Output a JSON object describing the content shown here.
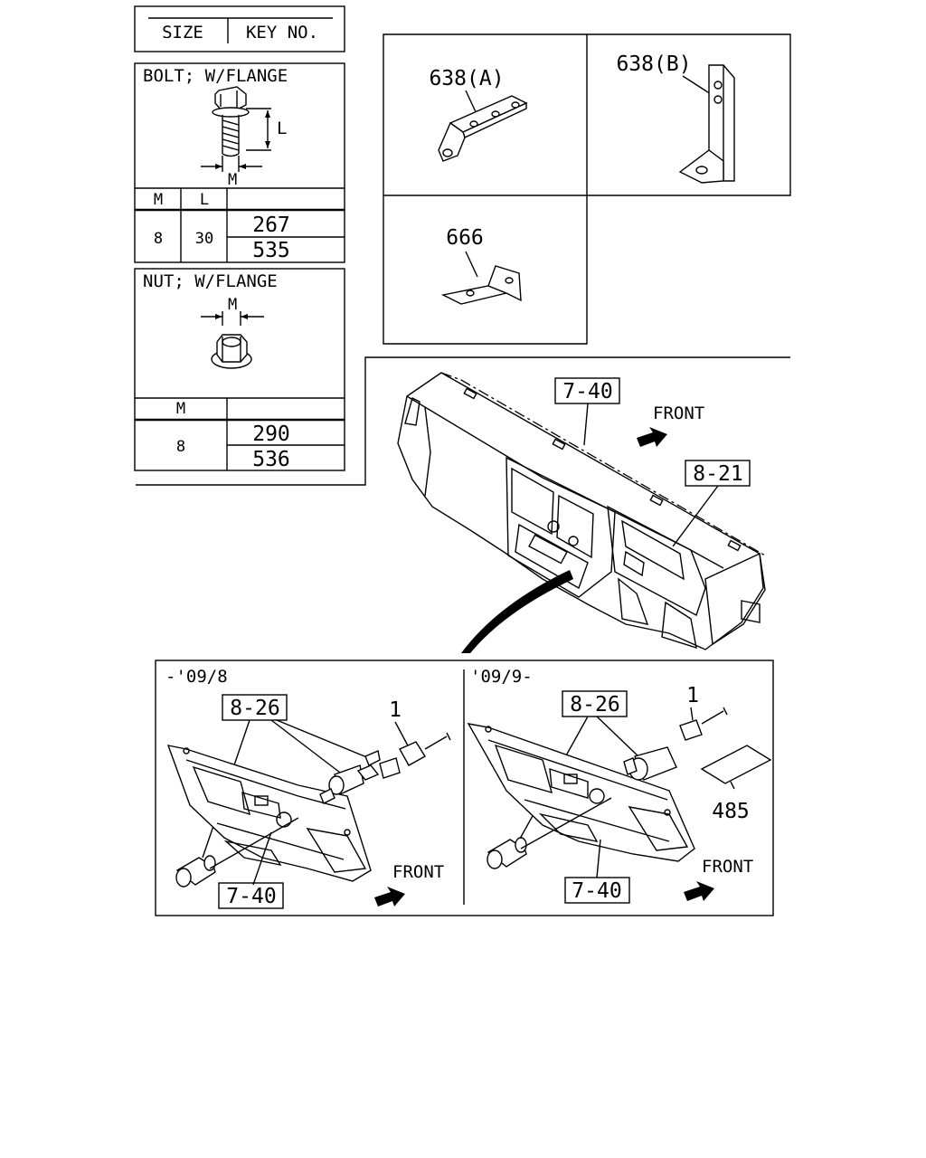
{
  "legend": {
    "header": {
      "size": "SIZE",
      "key_no": "KEY NO."
    },
    "bolt": {
      "title": "BOLT; W/FLANGE",
      "dim_l": "L",
      "dim_m": "M",
      "col_m": "M",
      "col_l": "L",
      "row": {
        "m": "8",
        "l": "30",
        "keys": [
          "267",
          "535"
        ]
      }
    },
    "nut": {
      "title": "NUT; W/FLANGE",
      "dim_m": "M",
      "col_m": "M",
      "row": {
        "m": "8",
        "keys": [
          "290",
          "536"
        ]
      }
    }
  },
  "brackets": {
    "a": "638(A)",
    "b": "638(B)",
    "c": "666"
  },
  "dashboard": {
    "ref_panel": "7-40",
    "ref_meter": "8-21",
    "front": "FRONT"
  },
  "detail_left": {
    "period": "-'09/8",
    "ref_switch": "8-26",
    "ref_panel": "7-40",
    "key": "1",
    "front": "FRONT"
  },
  "detail_right": {
    "period": "'09/9-",
    "ref_switch": "8-26",
    "ref_panel": "7-40",
    "key_switch": "1",
    "key_pad": "485",
    "front": "FRONT"
  }
}
